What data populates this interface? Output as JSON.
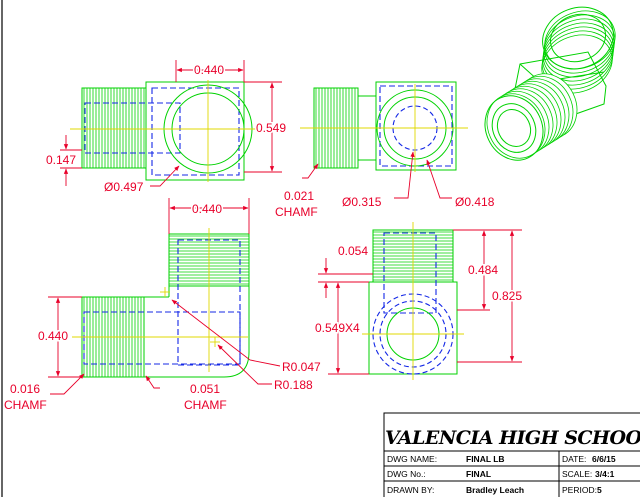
{
  "views": {
    "top_left": {
      "dim_width": "0.440",
      "dim_height": "0.549",
      "dim_thread_offset": "0.147",
      "dim_diameter": "Ø0.497"
    },
    "top_middle": {
      "dim_chamfer_value": "0.021",
      "dim_chamfer_label": "CHAMF",
      "dim_inner_diameter": "Ø0.315",
      "dim_outer_diameter": "Ø0.418"
    },
    "bottom_left": {
      "dim_top_width": "0.440",
      "dim_left_height": "0.440",
      "dim_radius_small": "R0.047",
      "dim_radius_large": "R0.188",
      "dim_chamfer_left_value": "0.016",
      "dim_chamfer_left_label": "CHAMF",
      "dim_chamfer_bottom_value": "0.051",
      "dim_chamfer_bottom_label": "CHAMF"
    },
    "bottom_right": {
      "dim_offset": "0.054",
      "dim_thread_length": "0.484",
      "dim_total_height": "0.825",
      "dim_body": "0.549X4"
    }
  },
  "title_block": {
    "school": "VALENCIA HIGH SCHOOL",
    "dwg_name_label": "DWG NAME:",
    "dwg_name_value": "FINAL LB",
    "dwg_no_label": "DWG No.:",
    "dwg_no_value": "FINAL",
    "drawn_by_label": "DRAWN BY:",
    "drawn_by_value": "Bradley Leach",
    "date_label": "DATE:",
    "date_value": "6/6/15",
    "scale_label": "SCALE:",
    "scale_value": "3/4:1",
    "period_label": "PERIOD:",
    "period_value": "5"
  },
  "colors": {
    "outline": "#00d200",
    "hidden": "#1428e6",
    "center": "#e0d800",
    "dimension": "#e8002a"
  }
}
